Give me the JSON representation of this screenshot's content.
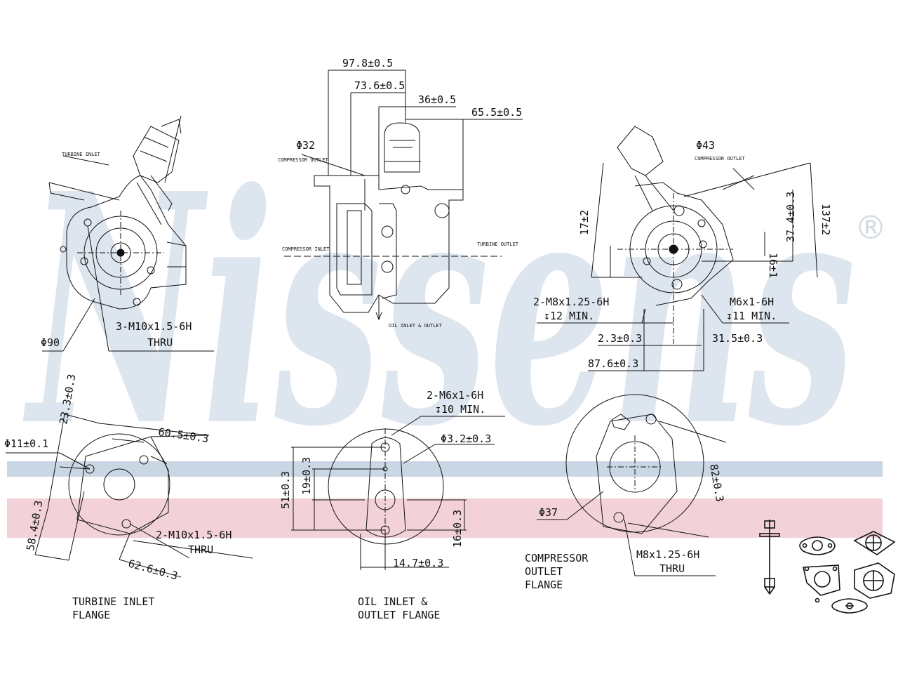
{
  "brand": {
    "watermark": "Nissens",
    "registered_mark": "®",
    "stripe_blue": "#c9d6e3",
    "stripe_pink": "#f2d2d8"
  },
  "views": {
    "turbine_side": {
      "mount_thread": "3-M10x1.5-6H",
      "mount_thread_2": "THRU",
      "diameter": "Φ90",
      "tag": "TURBINE INLET"
    },
    "top": {
      "dim1": "97.8±0.5",
      "dim2": "73.6±0.5",
      "dim3": "36±0.5",
      "dim4": "65.5±0.5",
      "phi": "Φ32",
      "tag_comp_outlet": "COMPRESSOR OUTLET",
      "tag_comp_inlet": "COMPRESSOR INLET",
      "tag_turbine_outlet": "TURBINE OUTLET",
      "tag_oil": "OIL INLET & OUTLET"
    },
    "compressor_side": {
      "phi": "Φ43",
      "tag": "COMPRESSOR OUTLET",
      "d17": "17±2",
      "d16": "16±1",
      "d37": "37.4±0.3",
      "d137": "137±2",
      "m8": "2-M8x1.25-6H",
      "m8b": "↧12 MIN.",
      "m6": "M6x1-6H",
      "m6b": "↧11 MIN.",
      "d23": "2.3±0.3",
      "d315": "31.5±0.3",
      "d876": "87.6±0.3"
    }
  },
  "flanges": {
    "turbine": {
      "d233": "23.3±0.3",
      "phi11": "Φ11±0.1",
      "d605": "60.5±0.3",
      "m10": "2-M10x1.5-6H",
      "m10b": "THRU",
      "d584": "58.4±0.3",
      "d626": "62.6±0.3",
      "title1": "TURBINE INLET",
      "title2": "FLANGE"
    },
    "oil": {
      "m6": "2-M6x1-6H",
      "m6b": "↧10 MIN.",
      "phi": "Φ3.2±0.3",
      "d51": "51±0.3",
      "d19": "19±0.3",
      "d16": "16±0.3",
      "d147": "14.7±0.3",
      "title1": "OIL INLET &",
      "title2": "OUTLET FLANGE"
    },
    "compressor": {
      "phi37": "Φ37",
      "d82": "82±0.3",
      "m8": "M8x1.25-6H",
      "m8b": "THRU",
      "title1": "COMPRESSOR",
      "title2": "OUTLET",
      "title3": "FLANGE"
    }
  }
}
